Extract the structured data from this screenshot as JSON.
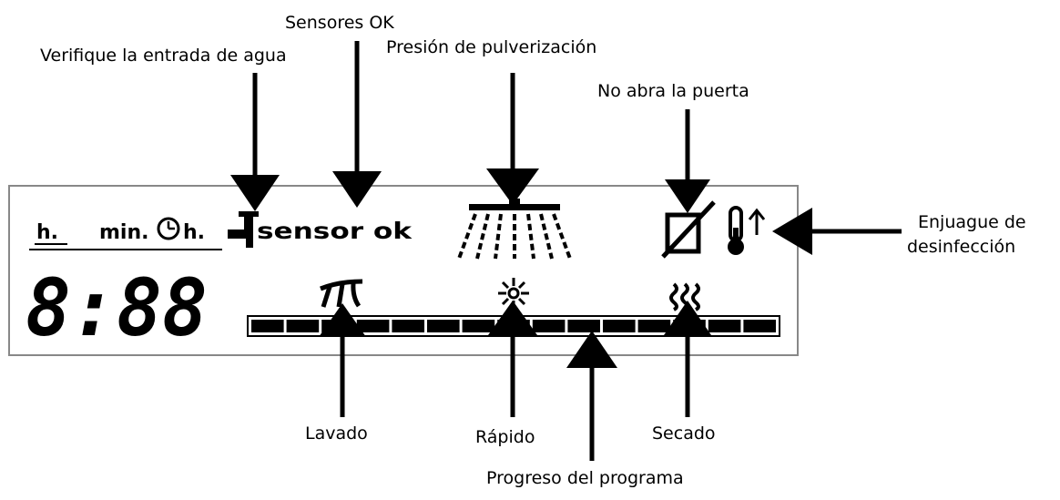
{
  "display": {
    "hour_label": "h.",
    "min_label": "min.",
    "clock_hour_label": "h.",
    "time_digits": "8:88",
    "sensor_text": "sensor ok"
  },
  "progress": {
    "segments": 15
  },
  "icons": [
    "water-tap-icon",
    "spray-arm-icon",
    "door-crossed-icon",
    "thermometer-up-icon",
    "wash-icon",
    "quick-icon",
    "drying-icon",
    "clock-icon"
  ],
  "callouts": {
    "water_inlet": "Verifique la entrada de agua",
    "sensors_ok": "Sensores OK",
    "spray_pressure": "Presión de pulverización",
    "door": "No abra la puerta",
    "disinfection_line1": "Enjuague de",
    "disinfection_line2": "desinfección",
    "wash": "Lavado",
    "quick": "Rápido",
    "dry": "Secado",
    "progress": "Progreso del programa"
  }
}
